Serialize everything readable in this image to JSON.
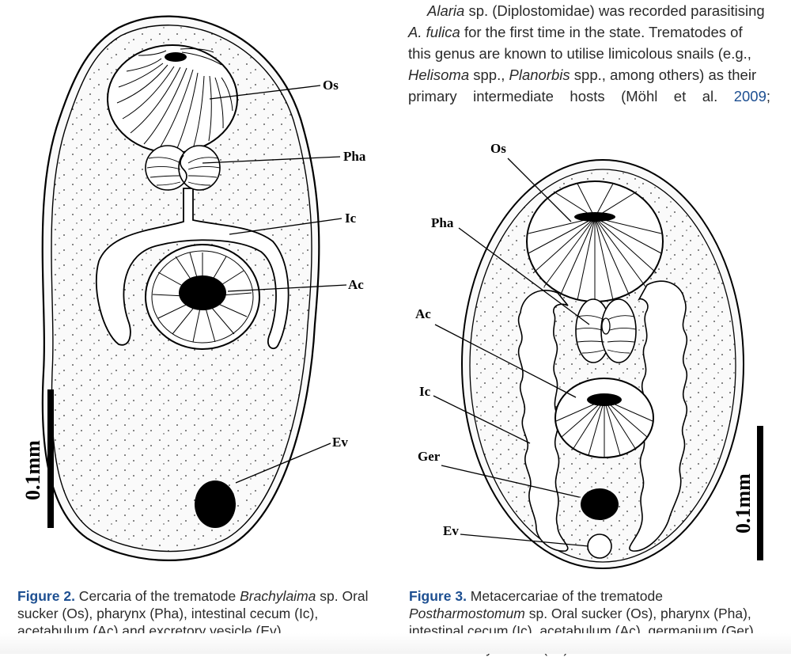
{
  "body_text": {
    "line1_italic": "Alaria",
    "line1_rest": " sp. (Diplostomidae) was recorded parasitising",
    "line2_italic": "A. fulica",
    "line2_rest": " for the first time in the state. Trematodes of",
    "line3": "this genus are known to utilise limicolous snails (e.g.,",
    "line4_italic1": "Helisoma",
    "line4_mid": " spp., ",
    "line4_italic2": "Planorbis",
    "line4_rest": " spp., among others) as their",
    "line5": "primary intermediate hosts (Möhl et al. ",
    "line5_ref": "2009",
    "line5_end": ";"
  },
  "figure2": {
    "labels": {
      "os": "Os",
      "pha": "Pha",
      "ic": "Ic",
      "ac": "Ac",
      "ev": "Ev"
    },
    "scale": "0.1mm",
    "caption": {
      "label": "Figure 2.",
      "text1": " Cercaria of the trematode ",
      "genus": "Brachylaima",
      "text2": " sp. Oral sucker (Os), pharynx (Pha), intestinal cecum (Ic), acetabulum (Ac) and excretory vesicle (Ev)."
    }
  },
  "figure3": {
    "labels": {
      "os": "Os",
      "pha": "Pha",
      "ac": "Ac",
      "ic": "Ic",
      "ger": "Ger",
      "ev": "Ev"
    },
    "scale": "0.1mm",
    "caption": {
      "label": "Figure 3.",
      "text1": " Metacercariae of the trematode ",
      "genus": "Postharmostomum",
      "text2": " sp. Oral sucker (Os), pharynx (Pha), intestinal cecum (Ic), acetabulum (Ac), germanium (Ger) and excretory vesicle (Ev)."
    }
  }
}
